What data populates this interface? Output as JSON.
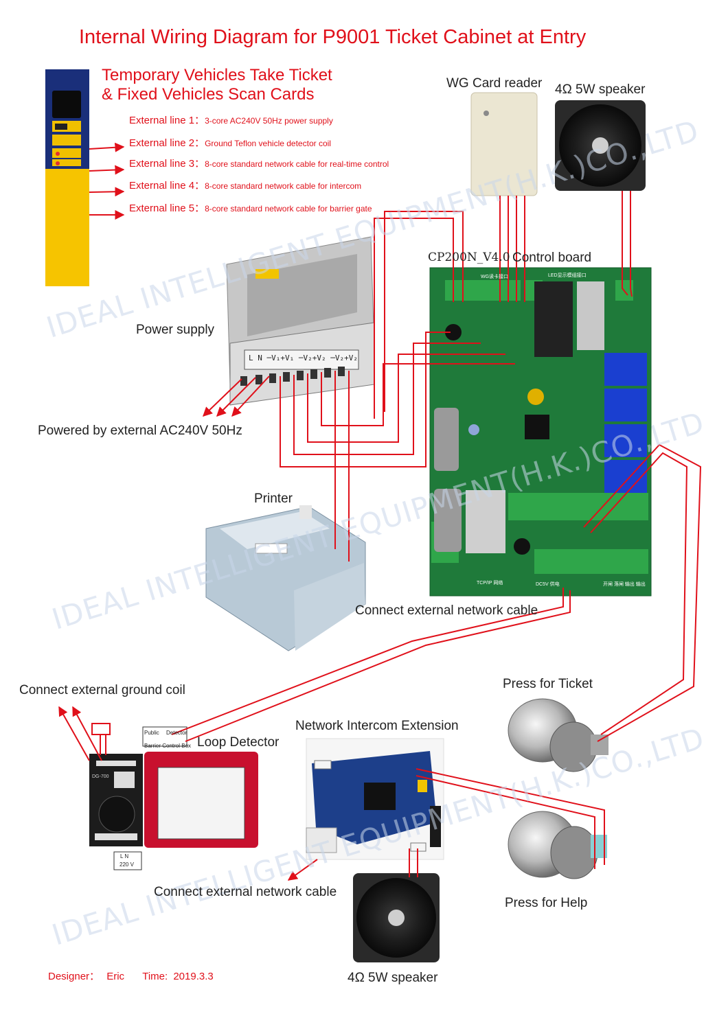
{
  "title": "Internal Wiring Diagram for P9001 Ticket Cabinet at Entry",
  "subtitle_line1": "Temporary Vehicles Take Ticket",
  "subtitle_line2": "&  Fixed Vehicles Scan Cards",
  "external_lines": [
    {
      "label": "External line 1：",
      "desc": "3-core AC240V 50Hz power supply"
    },
    {
      "label": "External line 2：",
      "desc": "Ground Teflon vehicle detector coil"
    },
    {
      "label": "External line 3：",
      "desc": "8-core standard network cable for real-time control"
    },
    {
      "label": "External line 4：",
      "desc": "8-core standard network cable for intercom"
    },
    {
      "label": "External line 5：",
      "desc": "8-core standard network cable for barrier gate"
    }
  ],
  "components": {
    "wg_card_reader": "WG Card reader",
    "speaker_top": "4Ω 5W speaker",
    "control_board_model": "CP200N_V4.0",
    "control_board": "Control board",
    "power_supply": "Power supply",
    "power_input": "Powered by external AC240V 50Hz",
    "printer": "Printer",
    "network_cable_board": "Connect external network cable",
    "ground_coil": "Connect external ground coil",
    "loop_detector": "Loop Detector",
    "intercom_extension": "Network Intercom Extension",
    "network_cable_intercom": "Connect external network cable",
    "speaker_bottom": "4Ω 5W speaker",
    "press_ticket": "Press for Ticket",
    "press_help": "Press for Help"
  },
  "power_terminals": "L  N   ─V₁+V₁ ─V₂+V₂ ─V₂+V₂",
  "loop_box": {
    "public": "Public",
    "detector": "Detector",
    "barrier": "Barrier Control Box",
    "ln": "L  N",
    "voltage": "220 V",
    "model": "DG-700"
  },
  "board_labels": {
    "wg": "WG读卡接口",
    "led": "LED显示模组接口",
    "tcp": "TCP/IP 网络",
    "dc": "DC5V 供电",
    "relay": "开闸 落闸 输出 输出"
  },
  "footer": {
    "designer_label": "Designer：",
    "designer": "Eric",
    "time_label": "Time:",
    "time": "2019.3.3"
  },
  "watermark": "IDEAL INTELLIGENT EQUIPMENT(H.K.)CO.,LTD",
  "colors": {
    "accent_red": "#e0101a",
    "wire": "#e0101a",
    "board_green": "#1f7a3a",
    "panel_blue": "#1a2f7a",
    "panel_yellow": "#f6c400"
  }
}
